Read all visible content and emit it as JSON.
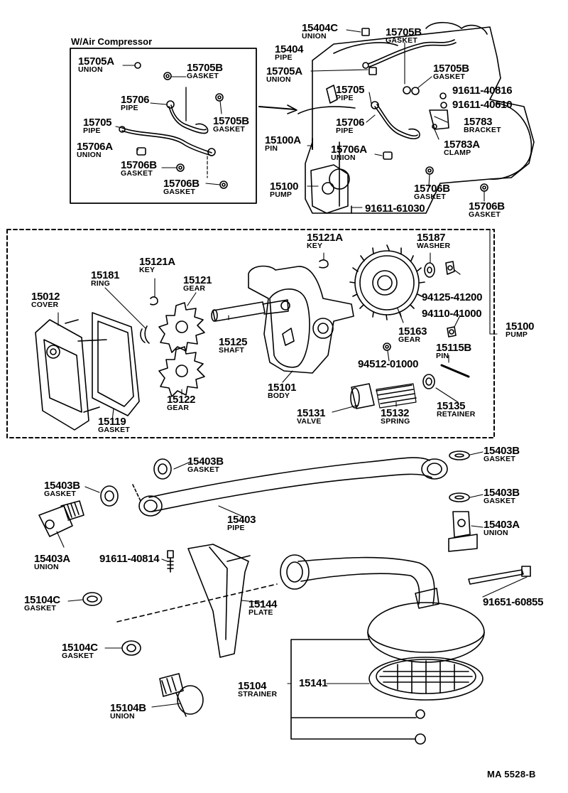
{
  "inset_title": "W/Air Compressor",
  "footer_code": "MA 5528-B",
  "callouts": [
    {
      "id": "c1",
      "num": "15705A",
      "name": "UNION"
    },
    {
      "id": "c2",
      "num": "15705B",
      "name": "GASKET"
    },
    {
      "id": "c3",
      "num": "15706",
      "name": "PIPE"
    },
    {
      "id": "c4",
      "num": "15705",
      "name": "PIPE"
    },
    {
      "id": "c5",
      "num": "15705B",
      "name": "GASKET"
    },
    {
      "id": "c6",
      "num": "15706A",
      "name": "UNION"
    },
    {
      "id": "c7",
      "num": "15706B",
      "name": "GASKET"
    },
    {
      "id": "c8",
      "num": "15706B",
      "name": "GASKET"
    },
    {
      "id": "c9",
      "num": "15404C",
      "name": "UNION"
    },
    {
      "id": "c10",
      "num": "15705B",
      "name": "GASKET"
    },
    {
      "id": "c11",
      "num": "15404",
      "name": "PIPE"
    },
    {
      "id": "c12",
      "num": "15705A",
      "name": "UNION"
    },
    {
      "id": "c13",
      "num": "15705B",
      "name": "GASKET"
    },
    {
      "id": "c14",
      "num": "15705",
      "name": "PIPE"
    },
    {
      "id": "c15",
      "num": "91611-40816",
      "name": ""
    },
    {
      "id": "c16",
      "num": "91611-40610",
      "name": ""
    },
    {
      "id": "c17",
      "num": "15783",
      "name": "BRACKET"
    },
    {
      "id": "c18",
      "num": "15706",
      "name": "PIPE"
    },
    {
      "id": "c19",
      "num": "15783A",
      "name": "CLAMP"
    },
    {
      "id": "c20",
      "num": "15100A",
      "name": "PIN"
    },
    {
      "id": "c21",
      "num": "15706A",
      "name": "UNION"
    },
    {
      "id": "c22",
      "num": "15100",
      "name": "PUMP"
    },
    {
      "id": "c23",
      "num": "15706B",
      "name": "GASKET"
    },
    {
      "id": "c24",
      "num": "91611-61030",
      "name": ""
    },
    {
      "id": "c25",
      "num": "15706B",
      "name": "GASKET"
    },
    {
      "id": "c26",
      "num": "15121A",
      "name": "KEY"
    },
    {
      "id": "c27",
      "num": "15187",
      "name": "WASHER"
    },
    {
      "id": "c28",
      "num": "15121A",
      "name": "KEY"
    },
    {
      "id": "c29",
      "num": "15181",
      "name": "RING"
    },
    {
      "id": "c30",
      "num": "15121",
      "name": "GEAR"
    },
    {
      "id": "c31",
      "num": "15012",
      "name": "COVER"
    },
    {
      "id": "c32",
      "num": "94125-41200",
      "name": ""
    },
    {
      "id": "c33",
      "num": "94110-41000",
      "name": ""
    },
    {
      "id": "c34",
      "num": "15100",
      "name": "PUMP"
    },
    {
      "id": "c35",
      "num": "15125",
      "name": "SHAFT"
    },
    {
      "id": "c36",
      "num": "15163",
      "name": "GEAR"
    },
    {
      "id": "c37",
      "num": "15115B",
      "name": "PIN"
    },
    {
      "id": "c38",
      "num": "94512-01000",
      "name": ""
    },
    {
      "id": "c39",
      "num": "15101",
      "name": "BODY"
    },
    {
      "id": "c40",
      "num": "15122",
      "name": "GEAR"
    },
    {
      "id": "c41",
      "num": "15131",
      "name": "VALVE"
    },
    {
      "id": "c42",
      "num": "15132",
      "name": "SPRING"
    },
    {
      "id": "c43",
      "num": "15135",
      "name": "RETAINER"
    },
    {
      "id": "c44",
      "num": "15119",
      "name": "GASKET"
    },
    {
      "id": "c45",
      "num": "15403B",
      "name": "GASKET"
    },
    {
      "id": "c46",
      "num": "15403B",
      "name": "GASKET"
    },
    {
      "id": "c47",
      "num": "15403B",
      "name": "GASKET"
    },
    {
      "id": "c48",
      "num": "15403B",
      "name": "GASKET"
    },
    {
      "id": "c49",
      "num": "15403",
      "name": "PIPE"
    },
    {
      "id": "c50",
      "num": "15403A",
      "name": "UNION"
    },
    {
      "id": "c51",
      "num": "15403A",
      "name": "UNION"
    },
    {
      "id": "c52",
      "num": "91611-40814",
      "name": ""
    },
    {
      "id": "c53",
      "num": "91651-60855",
      "name": ""
    },
    {
      "id": "c54",
      "num": "15104C",
      "name": "GASKET"
    },
    {
      "id": "c55",
      "num": "15144",
      "name": "PLATE"
    },
    {
      "id": "c56",
      "num": "15104C",
      "name": "GASKET"
    },
    {
      "id": "c57",
      "num": "15104",
      "name": "STRAINER"
    },
    {
      "id": "c58",
      "num": "15141",
      "name": ""
    },
    {
      "id": "c59",
      "num": "15104B",
      "name": "UNION"
    }
  ]
}
